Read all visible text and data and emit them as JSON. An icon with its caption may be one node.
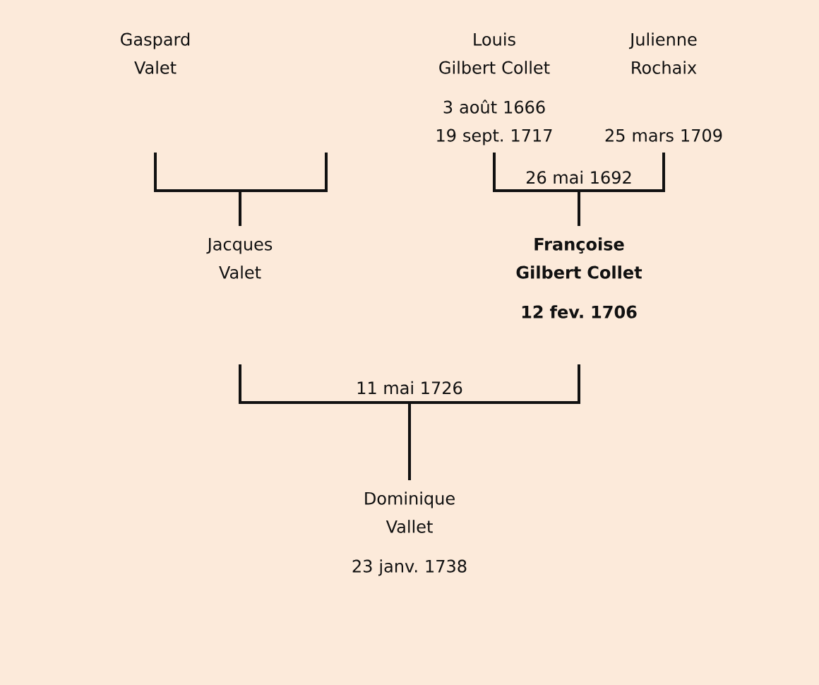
{
  "diagram": {
    "nodes": [
      {
        "text": [
          "Gaspard Valet"
        ]
      },
      {
        "text": [
          "Louis Gilbert Collet",
          "3 août 1666",
          "19 sept. 1717"
        ]
      },
      {
        "text": [
          "Julienne Rochaix",
          "25 mars 1709"
        ]
      },
      {
        "text": [
          "Jacques Valet"
        ]
      },
      {
        "text": [
          "Françoise Gilbert Collet",
          "12 fev. 1706"
        ]
      },
      {
        "text": [
          "Dominique Vallet",
          "23 janv. 1738"
        ]
      }
    ],
    "edges": [
      {
        "from": 0,
        "to": 3,
        "arrow": "none"
      },
      {
        "from": null,
        "to": 3,
        "arrow": "none"
      },
      {
        "from": 1,
        "to": 4,
        "arrow": "none",
        "label": "26 mai 1692"
      },
      {
        "from": 2,
        "to": 4,
        "arrow": "none"
      },
      {
        "from": 3,
        "to": 5,
        "arrow": "none",
        "label": "11 mai 1726"
      },
      {
        "from": 4,
        "to": 5,
        "arrow": "none"
      }
    ]
  }
}
